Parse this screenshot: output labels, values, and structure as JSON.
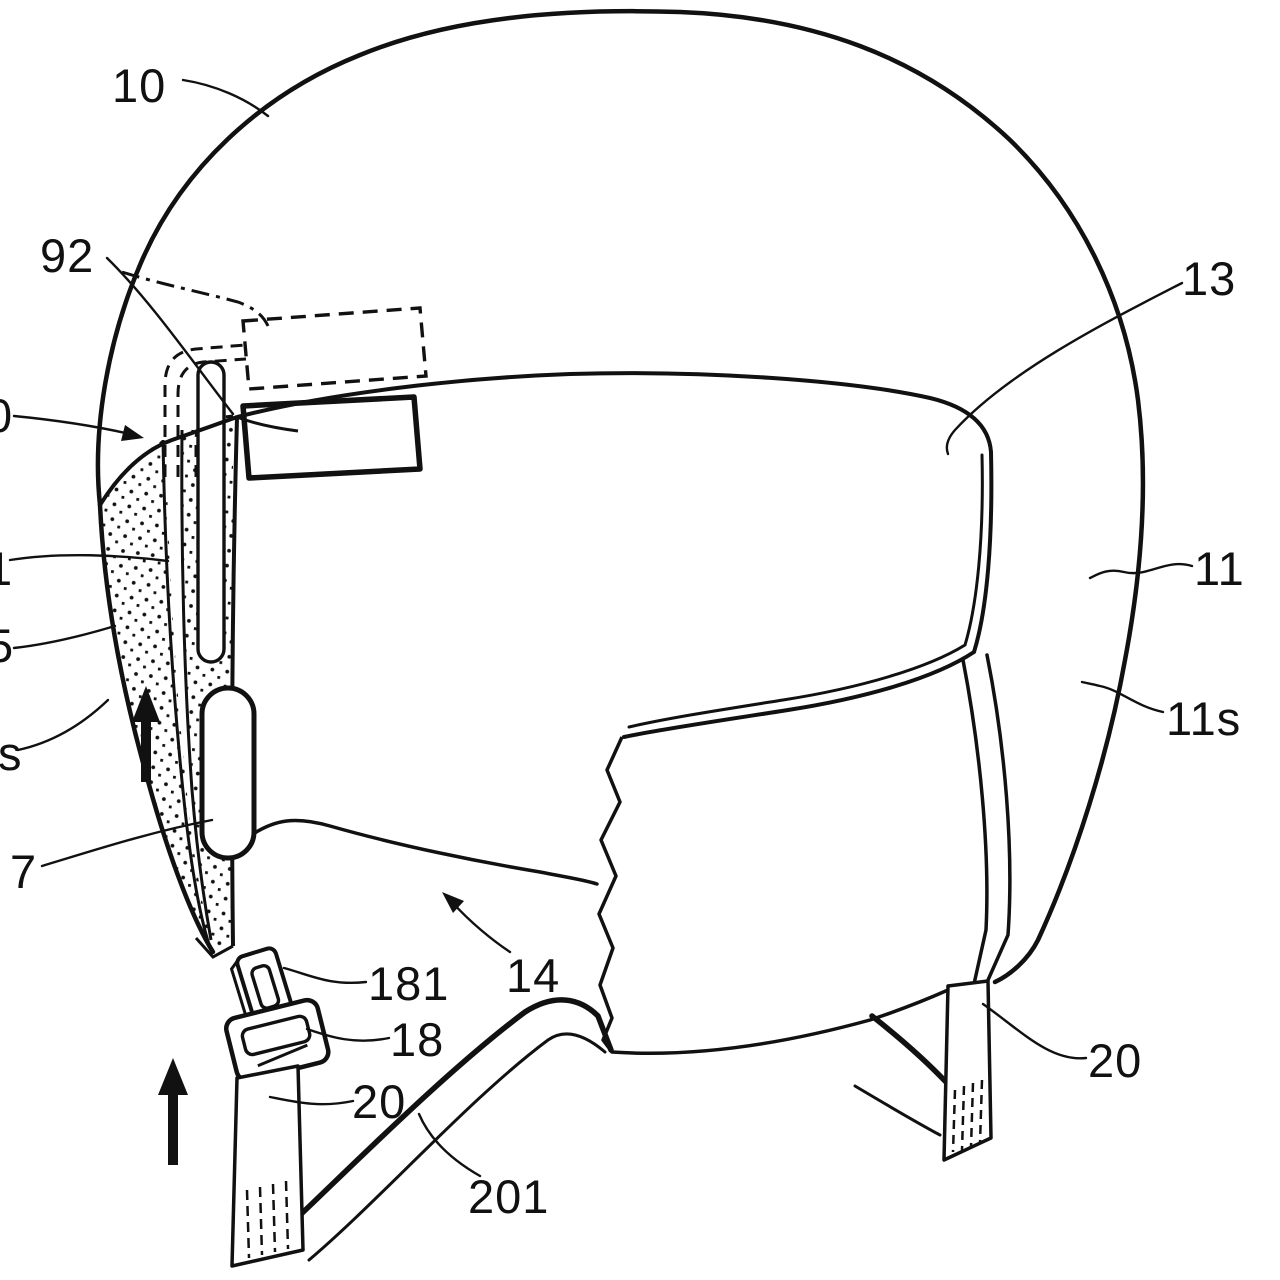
{
  "figure": {
    "kind": "patent-style technical line drawing",
    "subject": "Full-face helmet side view with visor, hidden duct, front-edge section, chin strap and buckle",
    "background": "#ffffff",
    "ink": "#111111"
  },
  "labels": {
    "ref_10": "10",
    "ref_92": "92",
    "ref_13": "13",
    "ref_11": "11",
    "ref_11s": "11s",
    "ref_7": "7",
    "ref_181": "181",
    "ref_18": "18",
    "ref_20_left": "20",
    "ref_14": "14",
    "ref_201": "201",
    "ref_20_right": "20",
    "partial_0": "0",
    "partial_1": "1",
    "partial_5": "5",
    "partial_s": "s"
  }
}
